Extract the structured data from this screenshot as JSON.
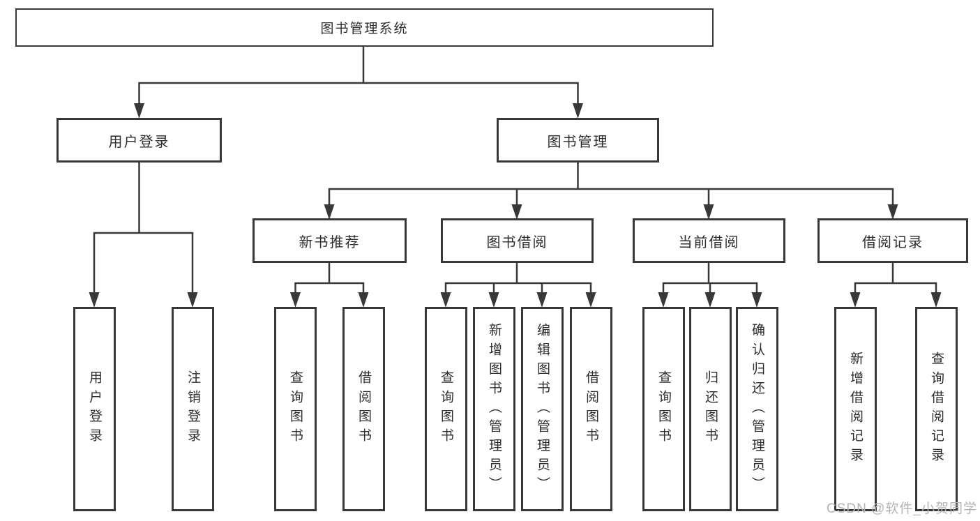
{
  "diagram": {
    "root": "图书管理系统",
    "level2": {
      "user_login": "用户登录",
      "book_management": "图书管理"
    },
    "level3": {
      "new_book_recommend": "新书推荐",
      "book_borrow": "图书借阅",
      "current_borrow": "当前借阅",
      "borrow_records": "借阅记录"
    },
    "leaves": {
      "user_login": "用户登录",
      "logout": "注销登录",
      "nb_query_book": "查询图书",
      "nb_borrow_book": "借阅图书",
      "bb_query_book": "查询图书",
      "bb_add_book": "新增图书（管理员）",
      "bb_edit_book": "编辑图书（管理员）",
      "bb_borrow_book": "借阅图书",
      "cb_query_book": "查询图书",
      "cb_return_book": "归还图书",
      "cb_confirm_return": "确认归还（管理员）",
      "br_add_record": "新增借阅记录",
      "br_query_record": "查询借阅记录"
    }
  },
  "watermark": {
    "text": "CSDN @软件_小贺同学"
  },
  "colors": {
    "line": "#383838",
    "box_border": "#383838",
    "text": "#2d2d2d",
    "watermark": "#b4b4b4",
    "background": "#ffffff"
  }
}
